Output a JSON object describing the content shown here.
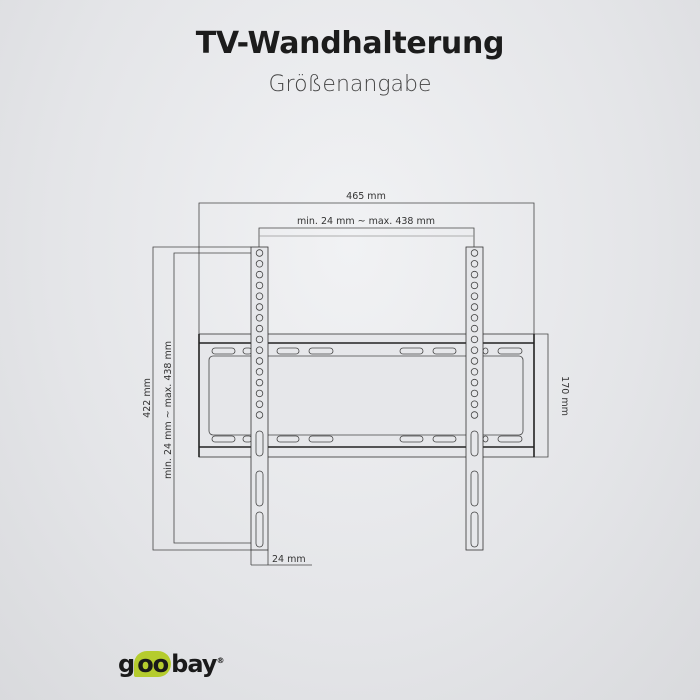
{
  "header": {
    "title": "TV-Wandhalterung",
    "subtitle": "Größenangabe"
  },
  "dimensions": {
    "width_total": "465 mm",
    "rail_spacing": "min. 24 mm ~ max. 438 mm",
    "height_total": "422 mm",
    "hole_span": "min. 24 mm ~ max. 438 mm",
    "frame_height": "170 mm",
    "rail_width": "24 mm"
  },
  "brand": {
    "logo": "goobay",
    "accent": "#b5cc2e"
  }
}
